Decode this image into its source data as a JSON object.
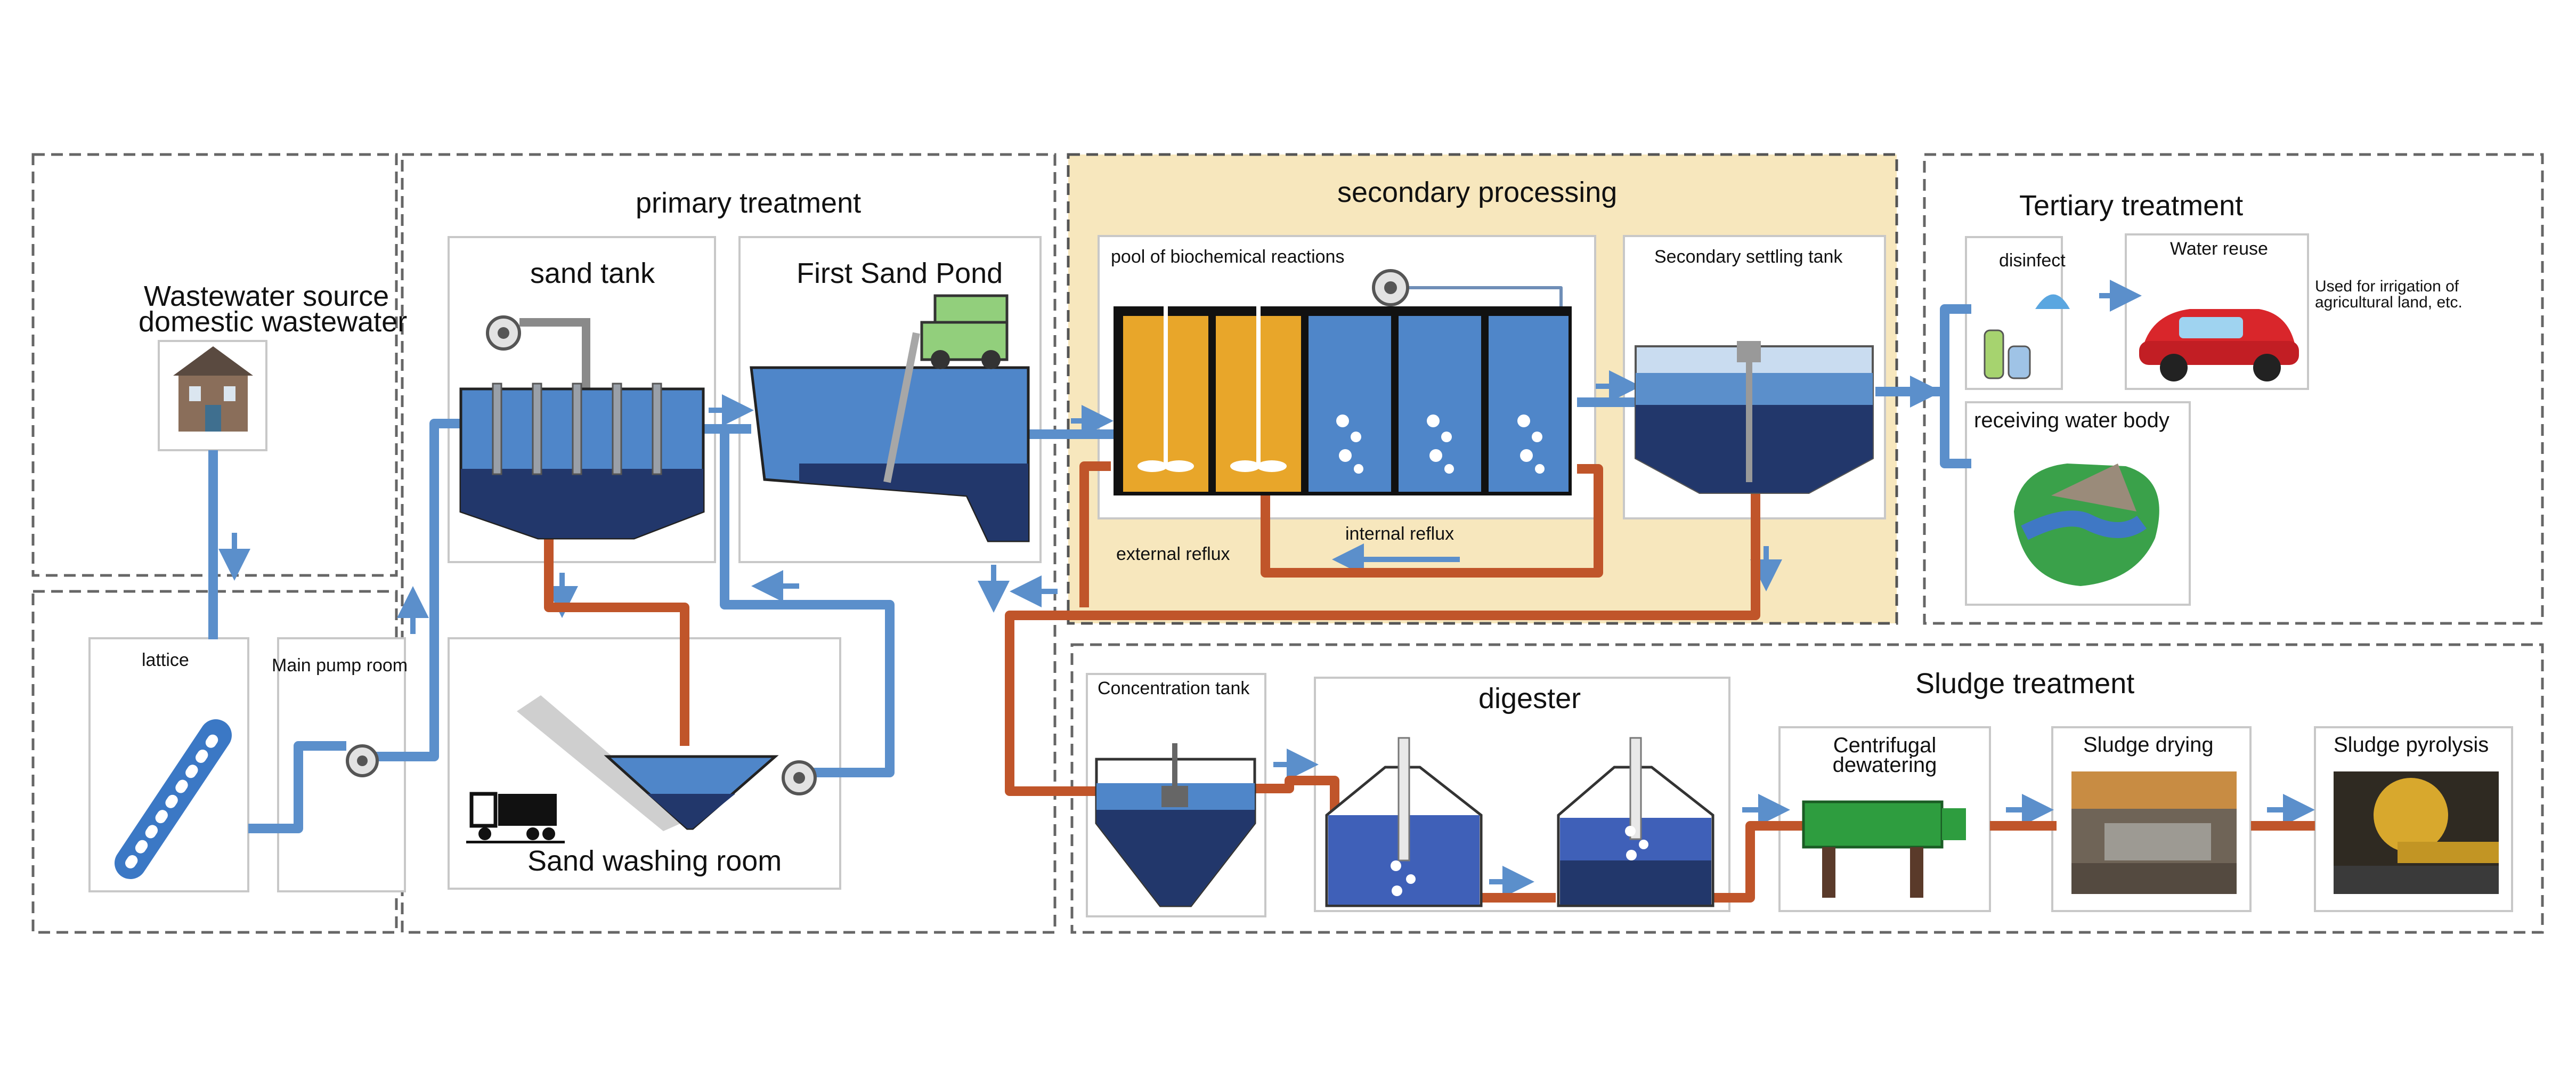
{
  "sections": {
    "source": {
      "line1": "Wastewater source",
      "line2": "domestic wastewater"
    },
    "primary": {
      "title": "primary treatment"
    },
    "secondary": {
      "title": "secondary processing"
    },
    "tertiary": {
      "title": "Tertiary treatment"
    },
    "sludge": {
      "title": "Sludge treatment"
    }
  },
  "units": {
    "lattice": "lattice",
    "main_pump_room": "Main pump room",
    "sand_tank": "sand tank",
    "first_sand_pond": "First Sand Pond",
    "sand_washing_room": "Sand washing room",
    "biochemical_pool": "pool of biochemical reactions",
    "secondary_settling_tank": "Secondary settling tank",
    "disinfect": "disinfect",
    "water_reuse": "Water reuse",
    "reuse_note": {
      "line1": "Used for irrigation of",
      "line2": "agricultural land, etc."
    },
    "receiving_water_body": "receiving water body",
    "concentration_tank": "Concentration tank",
    "digester": "digester",
    "centrifugal_dewatering": {
      "line1": "Centrifugal",
      "line2": "dewatering"
    },
    "sludge_drying": "Sludge drying",
    "sludge_pyrolysis": "Sludge pyrolysis"
  },
  "flows": {
    "external_reflux": "external reflux",
    "internal_reflux": "internal reflux"
  },
  "colors": {
    "water_pipe": "#5b8fcb",
    "sludge_pipe": "#c0552a",
    "secondary_bg": "#f7e7bd",
    "tank_dark": "#22376b",
    "tank_light": "#4f86c9",
    "reactor_orange": "#e8a62a"
  }
}
